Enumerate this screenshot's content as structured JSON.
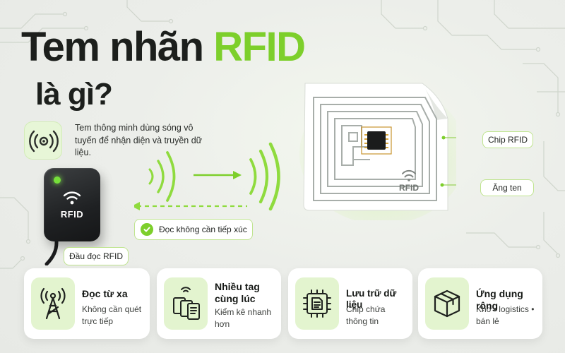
{
  "title": {
    "line1_prefix": "Tem nhãn ",
    "line1_accent": "RFID",
    "line2": "là gì?"
  },
  "intro": {
    "icon": "signal-broadcast-icon",
    "text": "Tem thông minh dùng sóng vô tuyến để nhận diện và truyền dữ liệu."
  },
  "reader": {
    "brand": "RFID",
    "label": "Đầu đọc RFID",
    "icon": "wifi-icon"
  },
  "flow": {
    "contactless_label": "Đọc không cần tiếp xúc",
    "check_icon": "check-circle-icon"
  },
  "tag": {
    "brand": "RFID",
    "chip_label": "Chip RFID",
    "antenna_label": "Ăng ten",
    "icon": "wifi-icon"
  },
  "features": [
    {
      "icon": "antenna-tower-icon",
      "title": "Đọc từ xa",
      "desc": "Không cần quét trực tiếp"
    },
    {
      "icon": "multiple-tags-icon",
      "title": "Nhiều tag cùng lúc",
      "desc": "Kiểm kê nhanh hơn"
    },
    {
      "icon": "chip-document-icon",
      "title": "Lưu trữ dữ liệu",
      "desc": "Chip chứa thông tin"
    },
    {
      "icon": "box-icon",
      "title": "Ứng dụng rộng",
      "desc": "Kho • logistics • bán lẻ"
    }
  ],
  "colors": {
    "accent": "#7dcf2b",
    "accent_light": "#e3f4cf",
    "text": "#1c1f1c"
  }
}
